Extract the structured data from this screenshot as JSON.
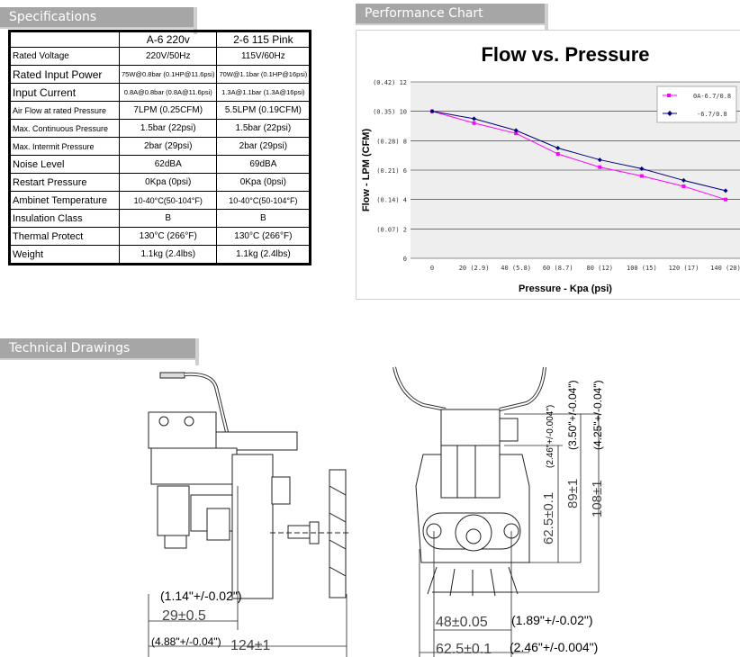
{
  "sections": {
    "specifications": "Specifications",
    "performance_chart": "Performance Chart",
    "technical_drawings": "Technical Drawings"
  },
  "spec_table": {
    "headers": [
      "",
      "A-6 220v",
      "2-6 115 Pink"
    ],
    "rows": [
      {
        "label": "Rated Voltage",
        "a": "220V/50Hz",
        "b": "115V/60Hz"
      },
      {
        "label": "Rated Input Power",
        "a": "75W@0.8bar (0.1HP@11.6psi)",
        "b": "70W@1.1bar (0.1HP@16psi)"
      },
      {
        "label": "Input Current",
        "a": "0.8A@0.8bar (0.8A@11.6psi)",
        "b": "1.3A@1.1bar (1.3A@16psi)"
      },
      {
        "label": "Air Flow at rated Pressure",
        "a": "7LPM (0.25CFM)",
        "b": "5.5LPM (0.19CFM)"
      },
      {
        "label": "Max. Continuous Pressure",
        "a": "1.5bar (22psi)",
        "b": "1.5bar (22psi)"
      },
      {
        "label": "Max. Intermit Pressure",
        "a": "2bar (29psi)",
        "b": "2bar (29psi)"
      },
      {
        "label": "Noise Level",
        "a": "62dBA",
        "b": "69dBA"
      },
      {
        "label": "Restart Pressure",
        "a": "0Kpa (0psi)",
        "b": "0Kpa (0psi)"
      },
      {
        "label": "Ambinet Temperature",
        "a": "10-40°C(50-104°F)",
        "b": "10-40°C(50-104°F)"
      },
      {
        "label": "Insulation Class",
        "a": "B",
        "b": "B"
      },
      {
        "label": "Thermal Protect",
        "a": "130°C (266°F)",
        "b": "130°C (266°F)"
      },
      {
        "label": "Weight",
        "a": "1.1kg (2.4lbs)",
        "b": "1.1kg (2.4lbs)"
      }
    ]
  },
  "chart_data": {
    "type": "line",
    "title": "Flow vs. Pressure",
    "xlabel": "Pressure - Kpa (psi)",
    "ylabel": "Flow - LPM (CFM)",
    "x": [
      0,
      20,
      40,
      60,
      80,
      100,
      120,
      140
    ],
    "x_tick_labels": [
      "0",
      "20 (2.9)",
      "40 (5.8)",
      "60 (8.7)",
      "80 (12)",
      "100 (15)",
      "120 (17)",
      "140 (20)"
    ],
    "y_ticks": [
      0,
      2,
      4,
      6,
      8,
      10,
      12
    ],
    "y_tick_labels": [
      "0",
      "(0.07) 2",
      "(0.14) 4",
      "(0.21) 6",
      "(0.28) 8",
      "(0.35) 10",
      "(0.42) 12"
    ],
    "ylim": [
      0,
      12
    ],
    "xlim": [
      0,
      140
    ],
    "grid": true,
    "legend_position": "top-right",
    "series": [
      {
        "name": "0A-6.7/0.8",
        "color": "#ff00ff",
        "values": [
          10.0,
          9.2,
          8.5,
          7.1,
          6.2,
          5.6,
          4.9,
          4.0
        ]
      },
      {
        "name": "-6.7/0.8",
        "color": "#000080",
        "values": [
          10.0,
          9.5,
          8.7,
          7.5,
          6.7,
          6.1,
          5.3,
          4.6
        ]
      }
    ]
  },
  "drawing_labels": {
    "side_dim1": "(1.14\"+/-0.02\")",
    "side_dim2": "29±0.5",
    "side_dim3": "(4.88\"+/-0.04\")",
    "side_dim4": "124±1",
    "front_dim1": "48±0.05",
    "front_dim1_in": "(1.89\"+/-0.02\")",
    "front_dim2": "62.5±0.1",
    "front_dim2_in": "(2.46\"+/-0.004\")",
    "v_dim1": "62.5±0.1",
    "v_dim1_in": "(2.46\"+/-0.004\")",
    "v_dim2": "89±1",
    "v_dim2_in": "(3.50\"+/-0.04\")",
    "v_dim3": "108±1",
    "v_dim3_in": "(4.25\"+/-0.04\")"
  }
}
